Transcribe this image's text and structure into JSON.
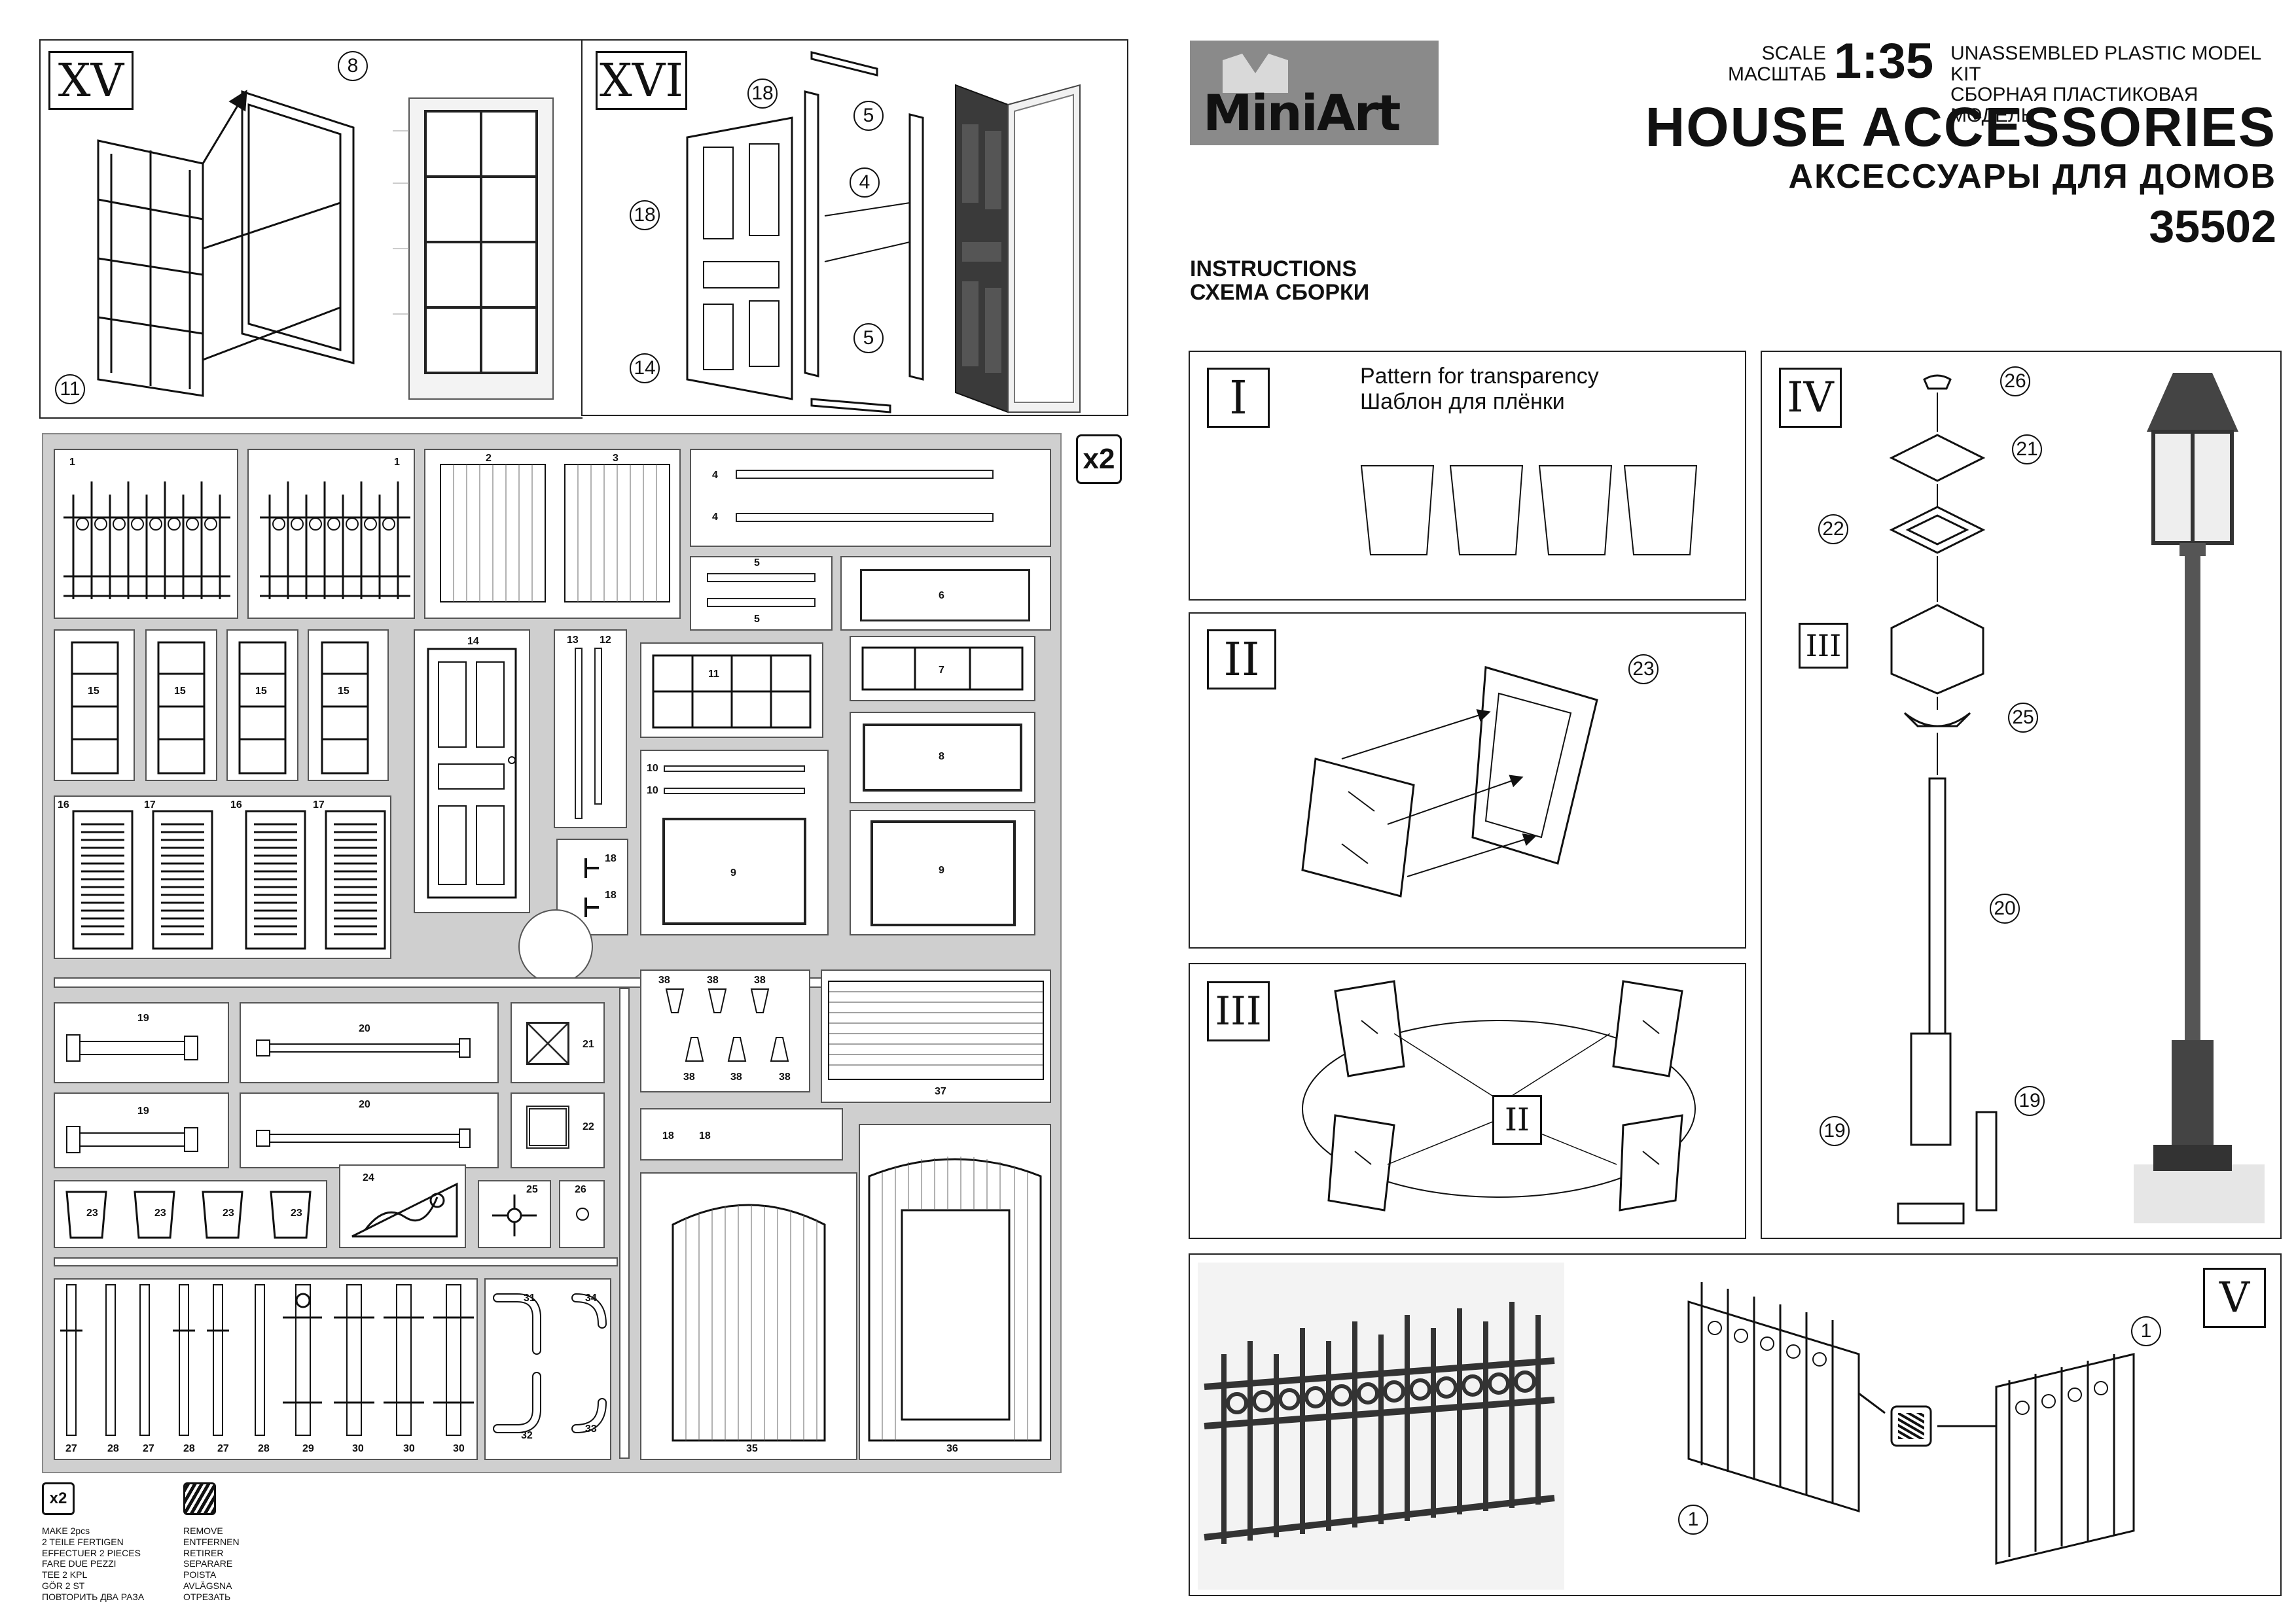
{
  "header": {
    "brand": "MiniArt",
    "scale_label_en": "SCALE",
    "scale_label_ru": "МАСШТАБ",
    "scale": "1:35",
    "kit_type_en": "UNASSEMBLED PLASTIC MODEL KIT",
    "kit_type_ru": "СБОРНАЯ ПЛАСТИКОВАЯ МОДЕЛЬ",
    "title_en": "HOUSE ACCESSORIES",
    "title_ru": "АКСЕССУАРЫ ДЛЯ ДОМОВ",
    "kit_number": "35502",
    "instructions_en": "INSTRUCTIONS",
    "instructions_ru": "СХЕМА СБОРКИ"
  },
  "steps": {
    "xv": {
      "numeral": "XV",
      "parts": [
        "8",
        "11"
      ]
    },
    "xvi": {
      "numeral": "XVI",
      "parts": [
        "18",
        "5",
        "4",
        "18",
        "5",
        "14"
      ]
    },
    "i": {
      "numeral": "I",
      "text_en": "Pattern for transparency",
      "text_ru": "Шаблон для плёнки"
    },
    "ii": {
      "numeral": "II",
      "parts": [
        "23"
      ]
    },
    "iii": {
      "numeral": "III",
      "sub_ref": "II"
    },
    "iv": {
      "numeral": "IV",
      "sub_ref": "III",
      "parts": [
        "26",
        "21",
        "22",
        "25",
        "20",
        "19",
        "19"
      ]
    },
    "v": {
      "numeral": "V",
      "parts": [
        "1",
        "1"
      ]
    }
  },
  "sprue": {
    "multiplier": "x2",
    "labels": [
      "1",
      "1",
      "2",
      "3",
      "4",
      "4",
      "5",
      "5",
      "6",
      "15",
      "15",
      "15",
      "15",
      "14",
      "13",
      "12",
      "11",
      "7",
      "8",
      "10",
      "10",
      "9",
      "9",
      "16",
      "17",
      "16",
      "17",
      "18",
      "18",
      "38",
      "38",
      "38",
      "38",
      "38",
      "38",
      "19",
      "20",
      "21",
      "19",
      "20",
      "22",
      "37",
      "18",
      "18",
      "23",
      "23",
      "23",
      "23",
      "24",
      "25",
      "26",
      "31",
      "34",
      "32",
      "33",
      "27",
      "28",
      "27",
      "28",
      "27",
      "28",
      "29",
      "30",
      "30",
      "30",
      "35",
      "36"
    ]
  },
  "legend": {
    "x2_icon": "x2",
    "make_lines": [
      "MAKE 2pcs",
      "2 TEILE FERTIGEN",
      "EFFECTUER 2 PIECES",
      "FARE DUE PEZZI",
      "TEE 2 KPL",
      "GÖR 2 ST",
      "ПОВТОРИТЬ ДВА РАЗА"
    ],
    "remove_lines": [
      "REMOVE",
      "ENTFERNEN",
      "RETIRER",
      "SEPARARE",
      "POISTA",
      "AVLÄGSNA",
      "ОТРЕЗАТЬ"
    ]
  }
}
